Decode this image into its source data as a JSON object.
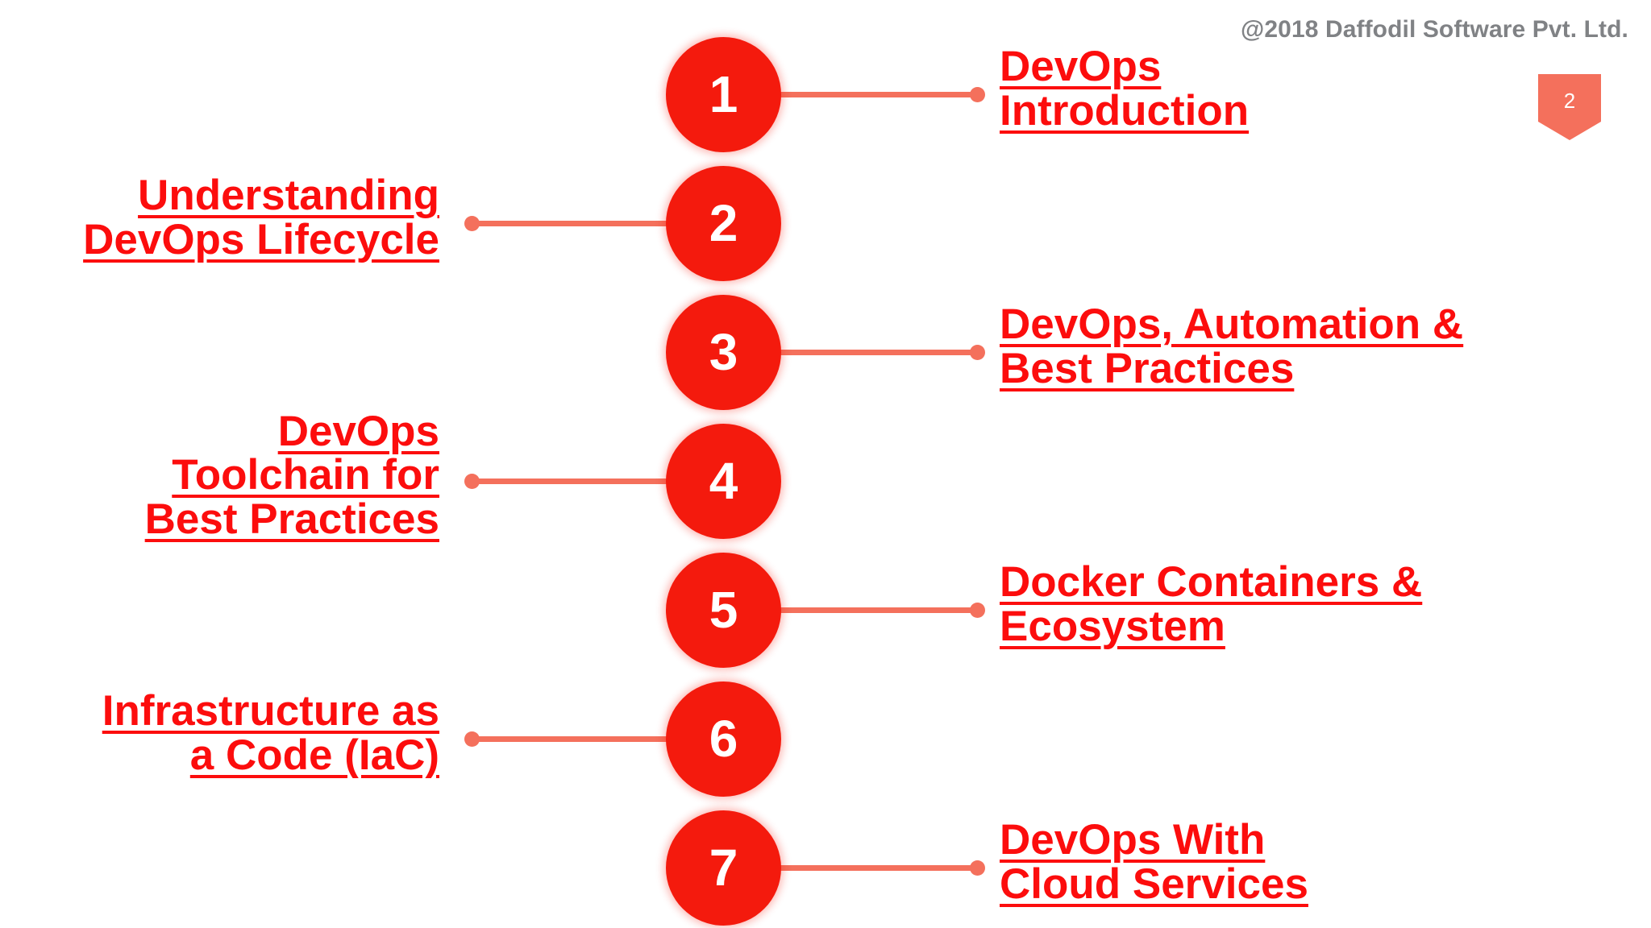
{
  "slide": {
    "copyright": "@2018 Daffodil Software Pvt. Ltd.",
    "page_number": "2",
    "colors": {
      "node_red": "#F41A0D",
      "label_red": "#FC0D0D",
      "connector_salmon": "#F4705C",
      "badge_salmon": "#F4705C",
      "copyright_gray": "#808285",
      "background": "#FFFFFF"
    }
  },
  "agenda": {
    "items": [
      {
        "number": "1",
        "side": "right",
        "lines": [
          "DevOps",
          "Introduction"
        ]
      },
      {
        "number": "2",
        "side": "left",
        "lines": [
          "Understanding",
          "DevOps Lifecycle"
        ]
      },
      {
        "number": "3",
        "side": "right",
        "lines": [
          "DevOps, Automation &",
          "Best Practices"
        ]
      },
      {
        "number": "4",
        "side": "left",
        "lines": [
          "DevOps",
          "Toolchain for",
          "Best Practices"
        ]
      },
      {
        "number": "5",
        "side": "right",
        "lines": [
          "Docker Containers &",
          "Ecosystem"
        ]
      },
      {
        "number": "6",
        "side": "left",
        "lines": [
          "Infrastructure as",
          "a Code (IaC)"
        ]
      },
      {
        "number": "7",
        "side": "right",
        "lines": [
          "DevOps With",
          "Cloud Services"
        ]
      }
    ]
  }
}
